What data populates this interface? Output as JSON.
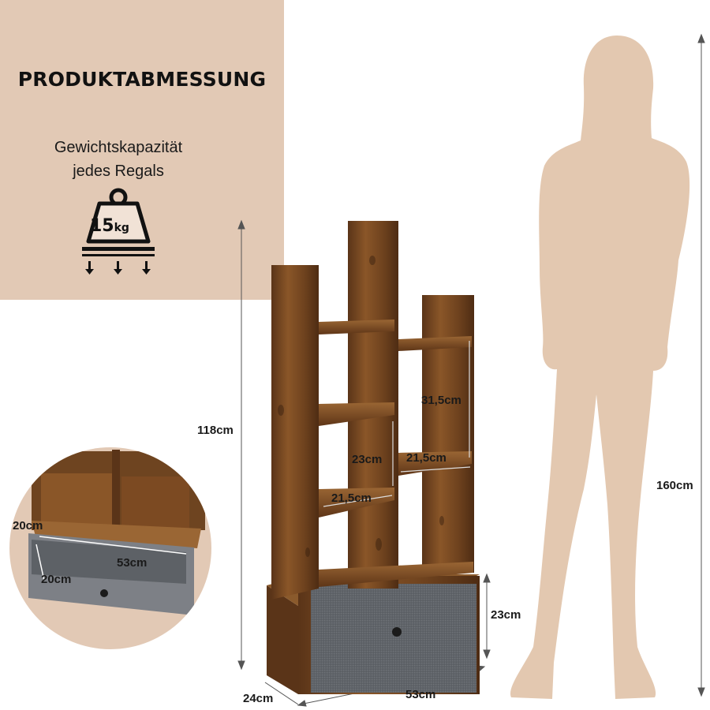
{
  "header": {
    "title": "PRODUKTABMESSUNG",
    "capacity_line1": "Gewichtskapazität",
    "capacity_line2": "jedes Regals",
    "weight_value": "15",
    "weight_unit": "kg"
  },
  "dimensions": {
    "shelf_height": "118cm",
    "person_height": "160cm",
    "upper_gap": "31,5cm",
    "middle_gap": "23cm",
    "shelf_width_right": "21,5cm",
    "shelf_width_left": "21,5cm",
    "drawer_height": "23cm",
    "depth": "24cm",
    "width": "53cm"
  },
  "drawer_detail": {
    "height": "20cm",
    "width": "53cm",
    "depth": "20cm"
  },
  "colors": {
    "panel_bg": "#e2c9b5",
    "silhouette": "#e3c8b0",
    "wood": "#7a4a22",
    "drawer_fabric": "#5f6368"
  }
}
